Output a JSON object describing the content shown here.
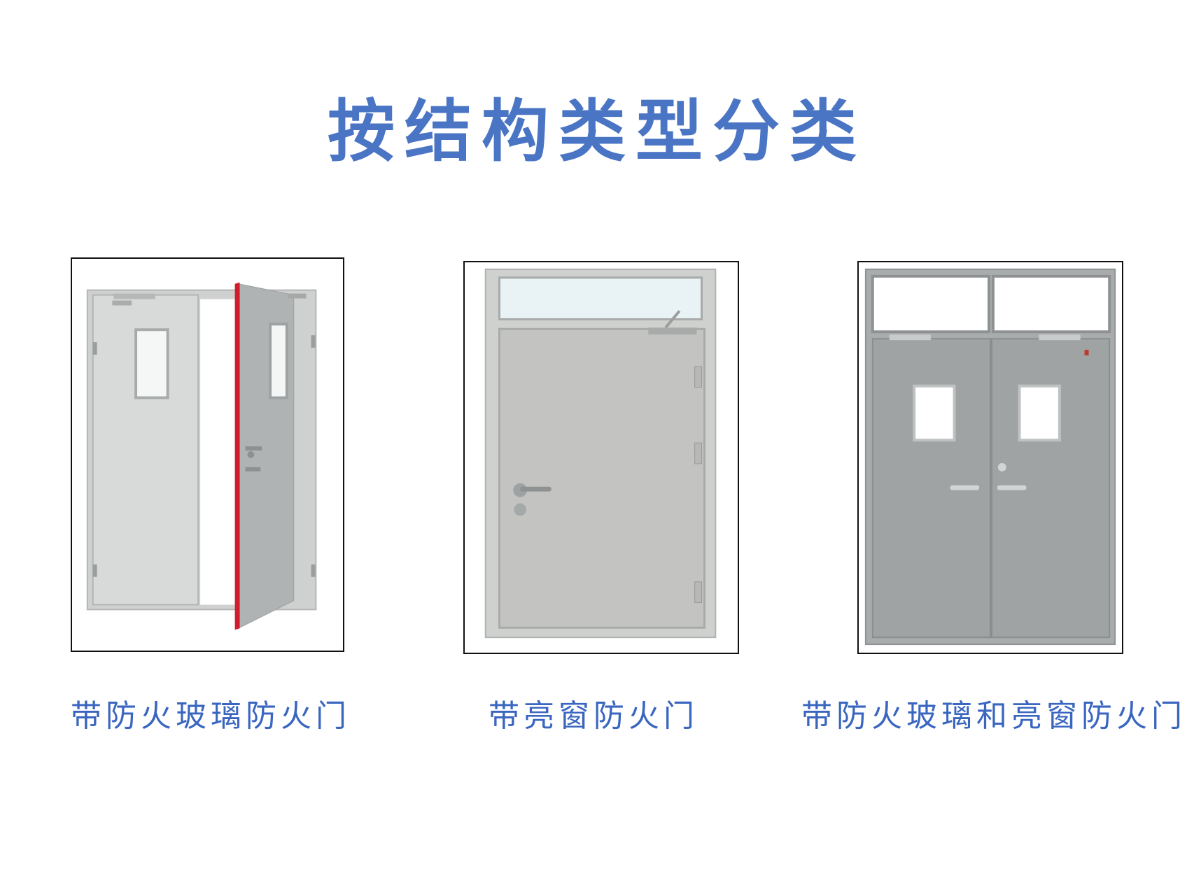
{
  "page": {
    "title": "按结构类型分类"
  },
  "colors": {
    "title": "#4a74c4",
    "caption": "#3a66c0",
    "door_light": "#d7d9d8",
    "door_mid": "#bdbfbe",
    "door_dark": "#a5a8a9",
    "edge_red": "#d21c2e",
    "glass": "#f7fbfb"
  },
  "items": [
    {
      "caption": "带防火玻璃防火门",
      "door": "double-leaf-open-with-glass-vision-panel"
    },
    {
      "caption": "带亮窗防火门",
      "door": "single-leaf-with-transom-window"
    },
    {
      "caption": "带防火玻璃和亮窗防火门",
      "door": "double-leaf-with-glass-and-transom"
    }
  ]
}
